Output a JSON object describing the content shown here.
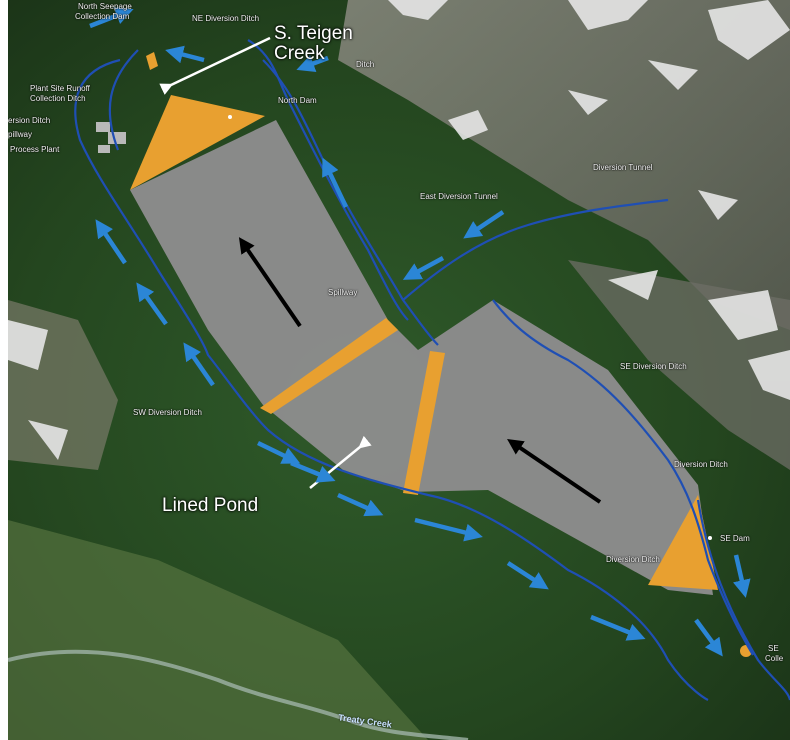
{
  "annotations": {
    "creek_label_line1": "S. Teigen",
    "creek_label_line2": "Creek",
    "pond_label": "Lined Pond"
  },
  "features": {
    "north_seepage_dam": "North Seepage",
    "north_seepage_dam_2": "Collection Dam",
    "ne_diversion_ditch": "NE Diversion Ditch",
    "ditch_small": "Ditch",
    "north_dam": "North Dam",
    "plant_site_runoff_1": "Plant Site Runoff",
    "plant_site_runoff_2": "Collection Ditch",
    "diversion_ditch_left": "ersion Ditch",
    "spillway_left": "pillway",
    "process_plant": "Process Plant",
    "diversion_tunnel": "Diversion Tunnel",
    "east_diversion_tunnel": "East Diversion Tunnel",
    "spillway_center": "Spillway",
    "se_diversion_ditch": "SE Diversion Ditch",
    "sw_diversion_ditch": "SW Diversion Ditch",
    "diversion_ditch_right": "Diversion Ditch",
    "se_dam": "SE Dam",
    "diversion_ditch_bottom": "Diversion Ditch",
    "se_collection_1": "SE",
    "se_collection_2": "Colle",
    "treaty_creek": "Treaty Creek"
  },
  "colors": {
    "pond_gray": "#8c8c8c",
    "dam_orange": "#e8a030",
    "ditch_blue": "#1f4fb4",
    "flow_arrow_blue": "#2b86d6",
    "flow_arrow_black": "#000000",
    "forest_dark": "#1f3a1c",
    "forest_mid": "#2f5a2a",
    "rock_gray": "#7a7a72",
    "snow": "#e6e6e6"
  },
  "icons": {
    "flow": "flow-arrow-icon",
    "callout": "callout-arrow-icon"
  }
}
